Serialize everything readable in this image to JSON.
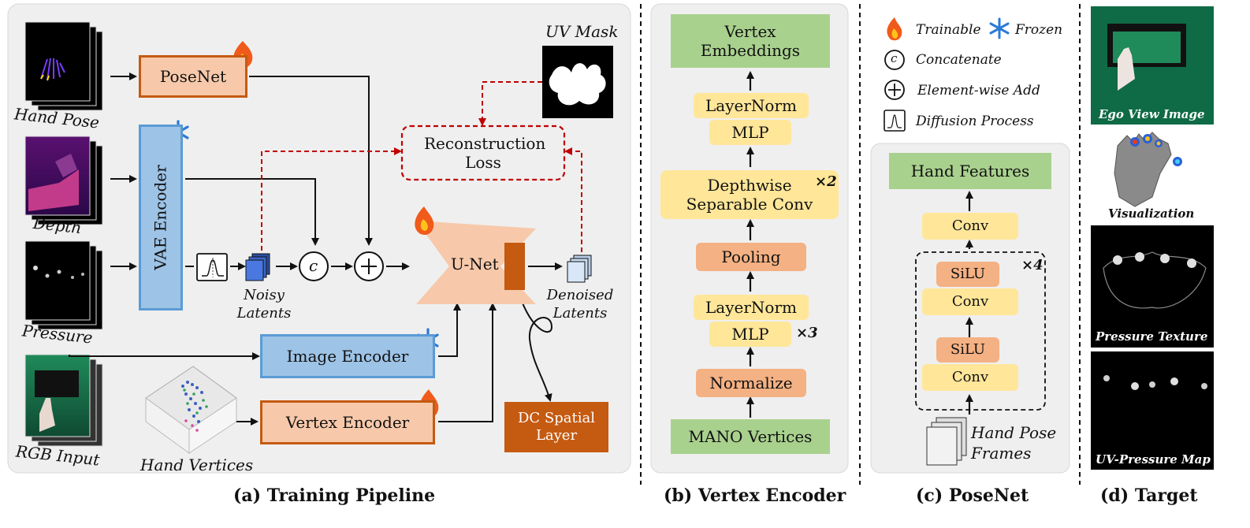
{
  "panel_a": {
    "caption": "(a) Training Pipeline",
    "inputs": {
      "hand_pose": "Hand Pose",
      "depth": "Depth",
      "pressure": "Pressure",
      "rgb": "RGB Input",
      "hand_vertices": "Hand Vertices"
    },
    "posenet": "PoseNet",
    "vae_encoder": "VAE Encoder",
    "image_encoder": "Image Encoder",
    "vertex_encoder": "Vertex Encoder",
    "unet": "U-Net",
    "dc_spatial": "DC Spatial Layer",
    "recon_loss": "Reconstruction Loss",
    "uv_mask": "UV Mask",
    "noisy_latents": "Noisy Latents",
    "denoised_latents": "Denoised Latents",
    "concat_symbol": "c"
  },
  "panel_b": {
    "caption": "(b) Vertex Encoder",
    "vertex_embeddings": "Vertex Embeddings",
    "layernorm": "LayerNorm",
    "mlp": "MLP",
    "depthwise": "Depthwise Separable Conv",
    "times2": "×2",
    "pooling": "Pooling",
    "times3": "×3",
    "normalize": "Normalize",
    "mano": "MANO Vertices"
  },
  "legend": {
    "trainable": "Trainable",
    "frozen": "Frozen",
    "concatenate": "Concatenate",
    "add": "Element-wise Add",
    "diffusion": "Diffusion Process"
  },
  "panel_c": {
    "caption": "(c) PoseNet",
    "hand_features": "Hand Features",
    "conv": "Conv",
    "silu": "SiLU",
    "times4": "×4",
    "hand_pose_frames": "Hand Pose Frames"
  },
  "panel_d": {
    "caption": "(d) Target",
    "ego": "Ego View Image",
    "visualization": "Visualization",
    "pressure_texture": "Pressure Texture",
    "uv_pressure": "UV-Pressure Map"
  }
}
